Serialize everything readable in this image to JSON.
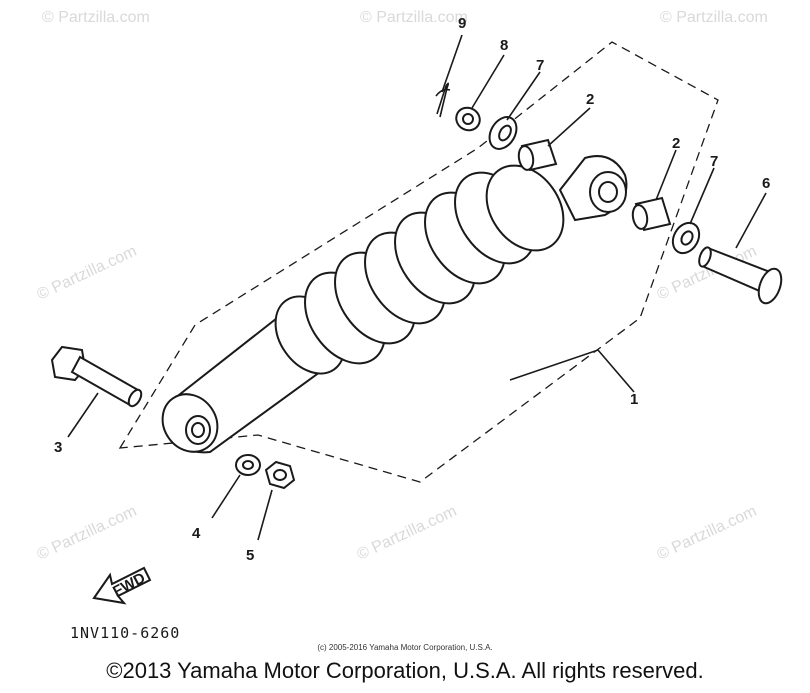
{
  "watermark": "© Partzilla.com",
  "diagram_code": "1NV110-6260",
  "small_copyright": "(c) 2005-2016 Yamaha Motor Corporation, U.S.A.",
  "footer_copyright": "©2013 Yamaha Motor Corporation, U.S.A. All rights reserved.",
  "fwd_label": "FWD",
  "callouts": {
    "c1": "1",
    "c2a": "2",
    "c2b": "2",
    "c3": "3",
    "c4": "4",
    "c5": "5",
    "c6": "6",
    "c7a": "7",
    "c7b": "7",
    "c8": "8",
    "c9": "9"
  }
}
